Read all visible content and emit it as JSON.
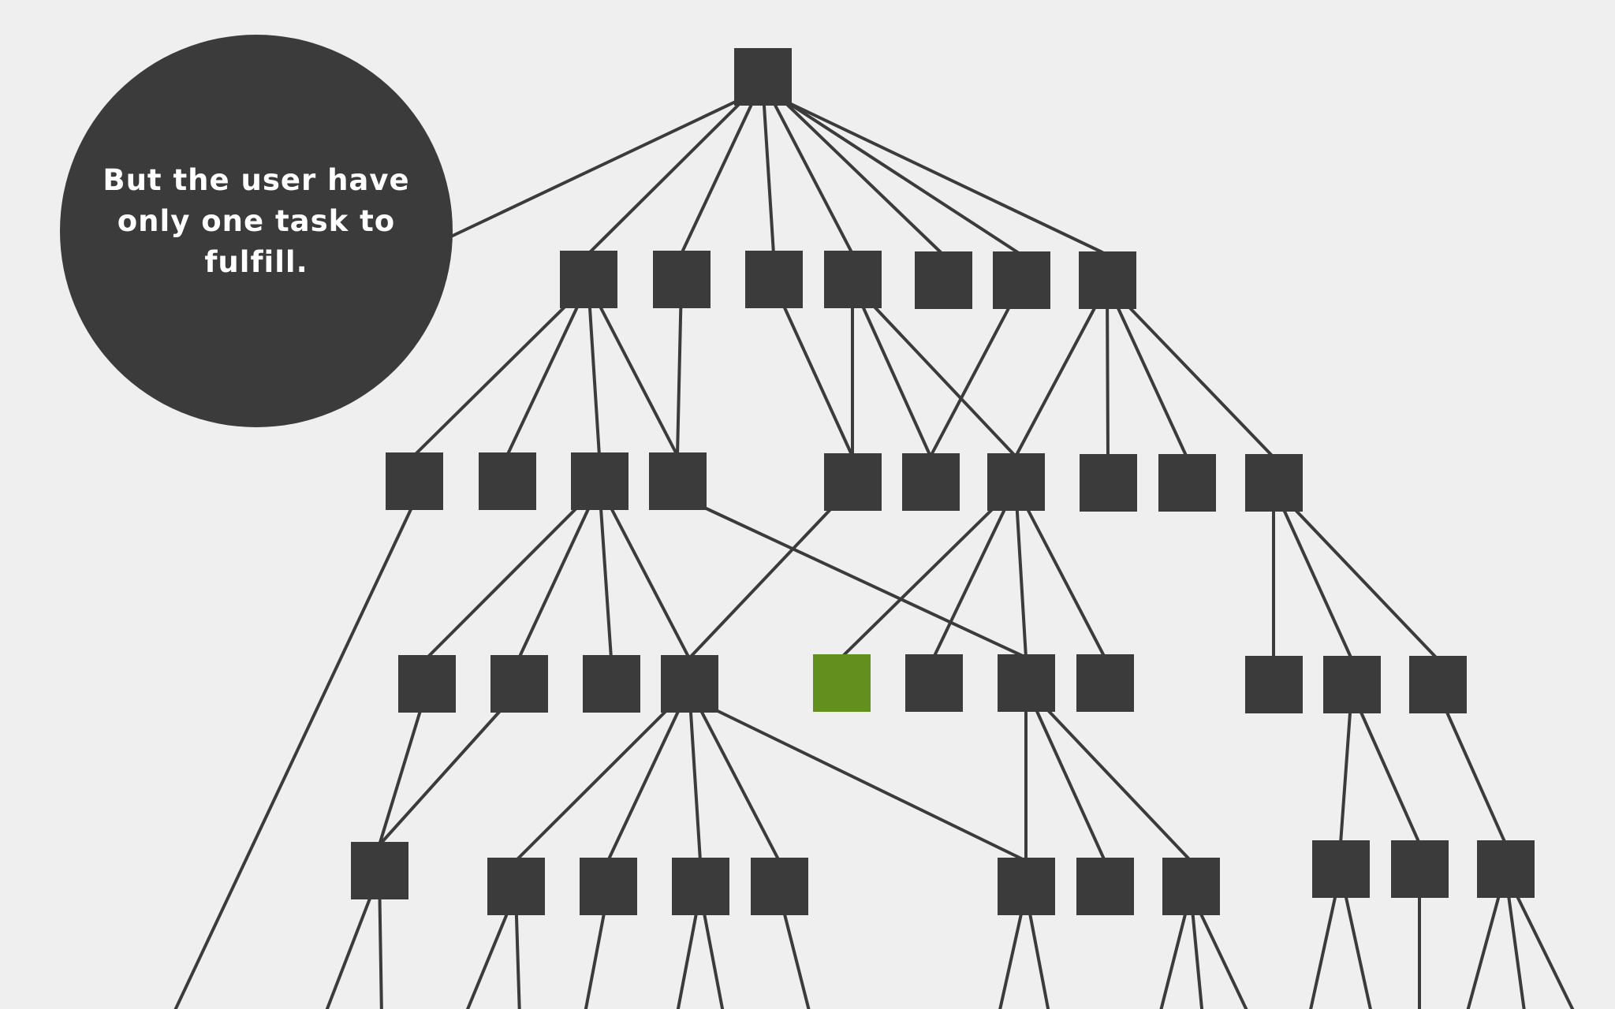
{
  "callout": {
    "text": "But the user have only one task to fulfill."
  },
  "colors": {
    "background": "#efefef",
    "node": "#3b3b3c",
    "edge": "#3b3b3c",
    "target_node": "#628f1e",
    "callout_text": "#ffffff"
  },
  "diagram": {
    "description_type": "tree",
    "root": "root",
    "highlighted_node": "target",
    "node_count": 47
  }
}
